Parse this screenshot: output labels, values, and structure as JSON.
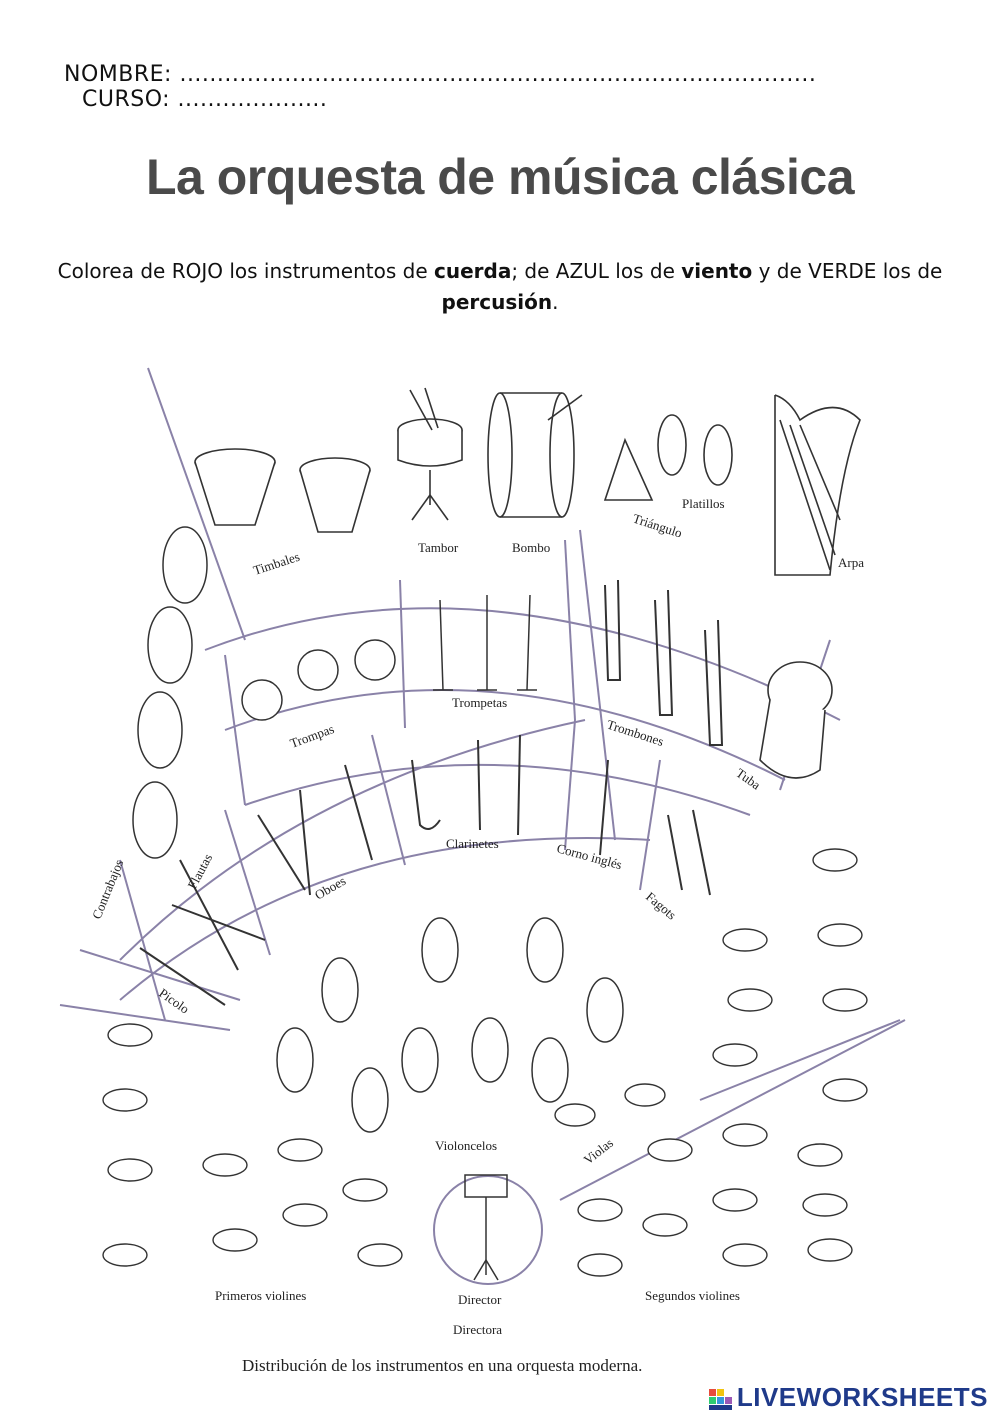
{
  "header": {
    "name_label": "NOMBRE:",
    "name_dots": " .....................................................................................",
    "course_label": "CURSO:",
    "course_dots": " ...................."
  },
  "title": "La orquesta de música clásica",
  "instructions": {
    "p1": "Colorea de ROJO los instrumentos de ",
    "w1": "cuerda",
    "p2": "; de AZUL los de ",
    "w2": "viento",
    "p3": " y de VERDE los de ",
    "w3": "percusión",
    "p4": "."
  },
  "labels": {
    "timbales": "Timbales",
    "tambor": "Tambor",
    "bombo": "Bombo",
    "triangulo": "Triángulo",
    "platillos": "Platillos",
    "arpa": "Arpa",
    "trompas": "Trompas",
    "trompetas": "Trompetas",
    "trombones": "Trombones",
    "tuba": "Tuba",
    "contrabajos": "Contrabajos",
    "flautas": "Flautas",
    "oboes": "Oboes",
    "clarinetes": "Clarinetes",
    "corno_ingles": "Corno inglés",
    "fagots": "Fagots",
    "picolo": "Picolo",
    "violonchelos": "Violoncelos",
    "violas": "Violas",
    "primeros_violines": "Primeros violines",
    "segundos_violines": "Segundos violines",
    "director": "Director",
    "directora": "Directora"
  },
  "caption": "Distribución de los instrumentos en una orquesta moderna.",
  "brand": "LIVEWORKSHEETS",
  "colors": {
    "arc_line": "#8a82a8",
    "ink": "#222222",
    "brand": "#1f3a8a"
  }
}
